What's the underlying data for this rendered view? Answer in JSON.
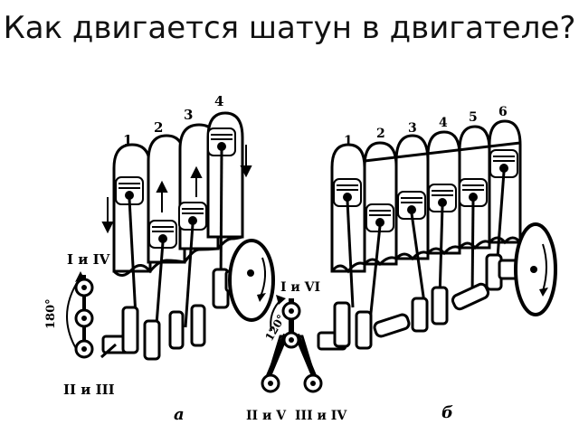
{
  "title": "Как двигается шатун в двигателе?",
  "left": {
    "cylinders": [
      "1",
      "2",
      "3",
      "4"
    ],
    "firing_top": "I и IV",
    "firing_bottom": "II и III",
    "angle": "180°",
    "caption": "а"
  },
  "right": {
    "cylinders": [
      "1",
      "2",
      "3",
      "4",
      "5",
      "6"
    ],
    "firing_top": "I и VI",
    "firing_left": "II и V",
    "firing_right": "III и IV",
    "angle": "120°",
    "caption": "б"
  },
  "colors": {
    "ink": "#000000",
    "paper": "#ffffff"
  }
}
